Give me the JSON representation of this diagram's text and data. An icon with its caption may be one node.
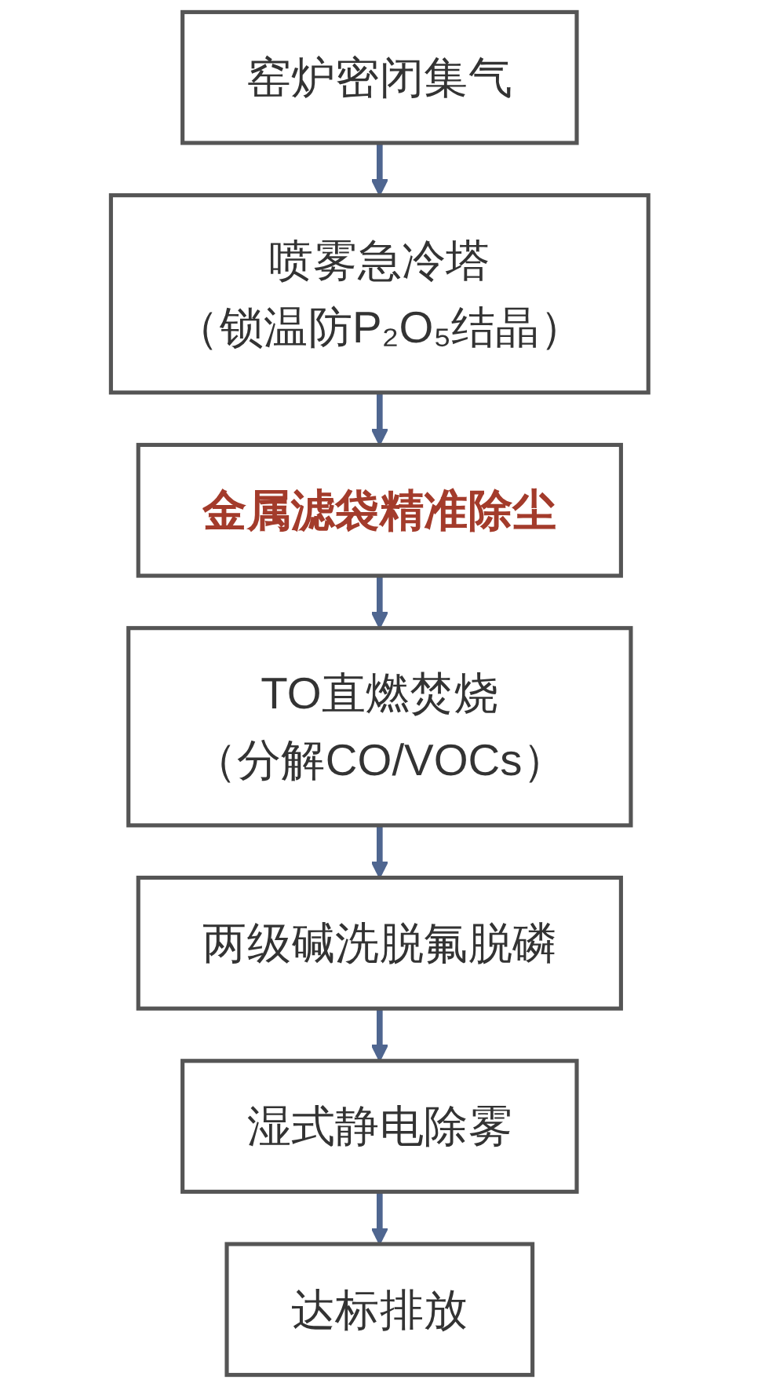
{
  "diagram": {
    "nodes": [
      {
        "text": [
          "窑炉密闭集气"
        ]
      },
      {
        "text": [
          "喷雾急冷塔",
          "（锁温防P₂O₅结晶）"
        ]
      },
      {
        "text": [
          "金属滤袋精准除尘"
        ]
      },
      {
        "text": [
          "TO直燃焚烧",
          "（分解CO/VOCs）"
        ]
      },
      {
        "text": [
          "两级碱洗脱氟脱磷"
        ]
      },
      {
        "text": [
          "湿式静电除雾"
        ]
      },
      {
        "text": [
          "达标排放"
        ]
      }
    ],
    "edges": [
      {
        "from": 0,
        "to": 1,
        "arrow": "to"
      },
      {
        "from": 1,
        "to": 2,
        "arrow": "to"
      },
      {
        "from": 2,
        "to": 3,
        "arrow": "to"
      },
      {
        "from": 3,
        "to": 4,
        "arrow": "to"
      },
      {
        "from": 4,
        "to": 5,
        "arrow": "to"
      },
      {
        "from": 5,
        "to": 6,
        "arrow": "to"
      }
    ]
  }
}
